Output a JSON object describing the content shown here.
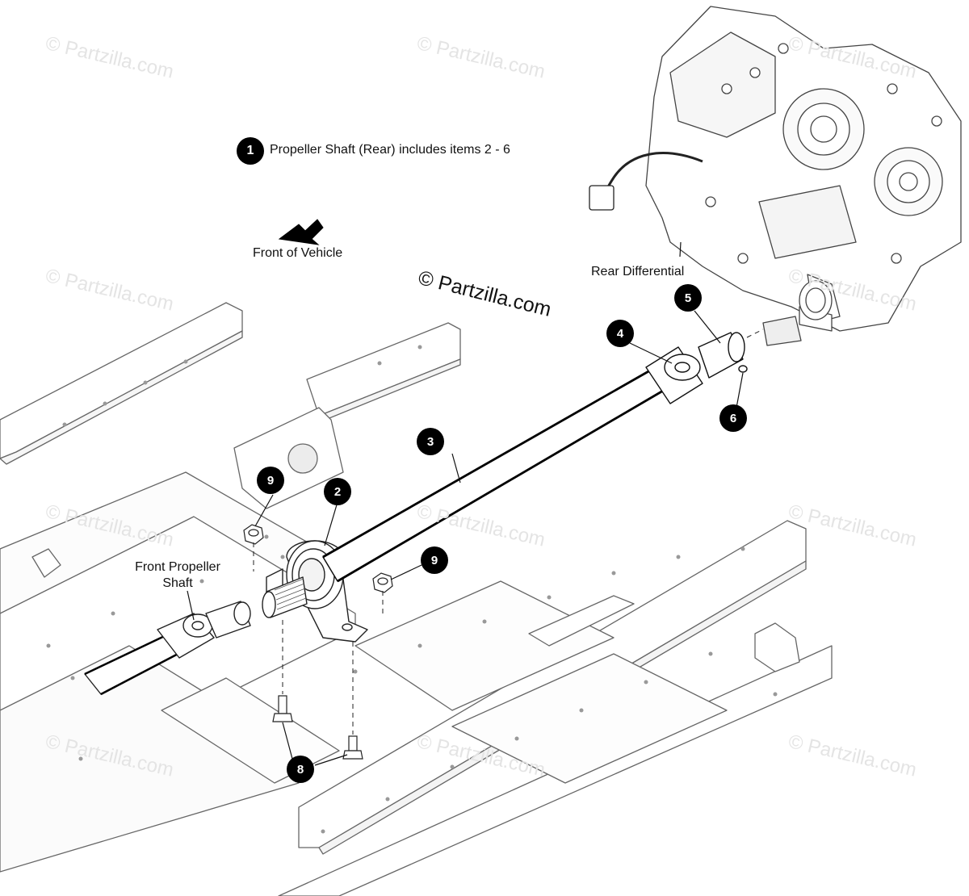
{
  "legend": {
    "number": "1",
    "text": "Propeller Shaft (Rear) includes items 2 - 6"
  },
  "labels": {
    "front_of_vehicle": "Front of Vehicle",
    "rear_differential": "Rear Differential",
    "front_propeller_shaft": "Front Propeller Shaft",
    "copyright": "© Partzilla.com"
  },
  "watermark": "© Partzilla.com",
  "callouts": {
    "c2": "2",
    "c3": "3",
    "c4": "4",
    "c5": "5",
    "c6": "6",
    "c8": "8",
    "c9_left": "9",
    "c9_right": "9"
  },
  "colors": {
    "frame_stroke": "#555555",
    "watermark": "#e4e4e4",
    "callout_fill": "#000000"
  }
}
